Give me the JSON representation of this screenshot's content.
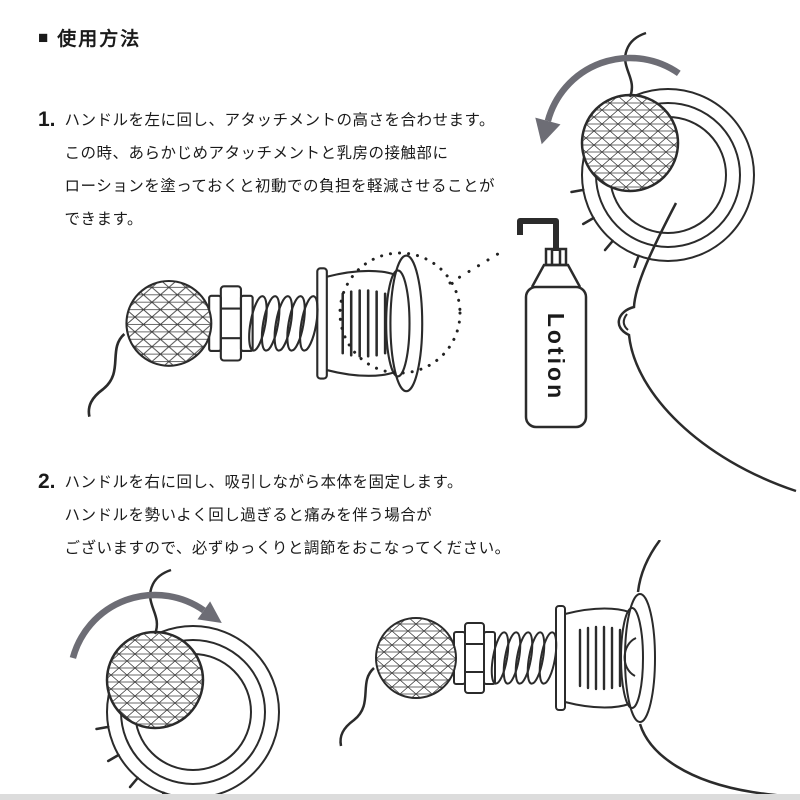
{
  "page": {
    "title_marker": "■",
    "title": "使用方法"
  },
  "steps": [
    {
      "number": "1.",
      "lines": [
        "ハンドルを左に回し、アタッチメントの高さを合わせます。",
        "この時、あらかじめアタッチメントと乳房の接触部に",
        "ローションを塗っておくと初動での負担を軽減させることが",
        "できます。"
      ]
    },
    {
      "number": "2.",
      "lines": [
        "ハンドルを右に回し、吸引しながら本体を固定します。",
        "ハンドルを勢いよく回し過ぎると痛みを伴う場合が",
        "ございますので、必ずゆっくりと調節をおこなってください。"
      ]
    }
  ],
  "illustrations": {
    "lotion_label": "Lotion",
    "handle_turn_left": "counterclockwise rotation of faceted handle ball",
    "handle_turn_right": "clockwise rotation of faceted handle ball",
    "device_side_view": "suction device with handle, screw spring, cup, lotion bottle and breast",
    "device_attached": "suction device attached to breast"
  },
  "colors": {
    "line": "#2b2b2b",
    "arrow": "#6d6d75",
    "background": "#ffffff",
    "bottom_strip": "#dcdcdc"
  }
}
